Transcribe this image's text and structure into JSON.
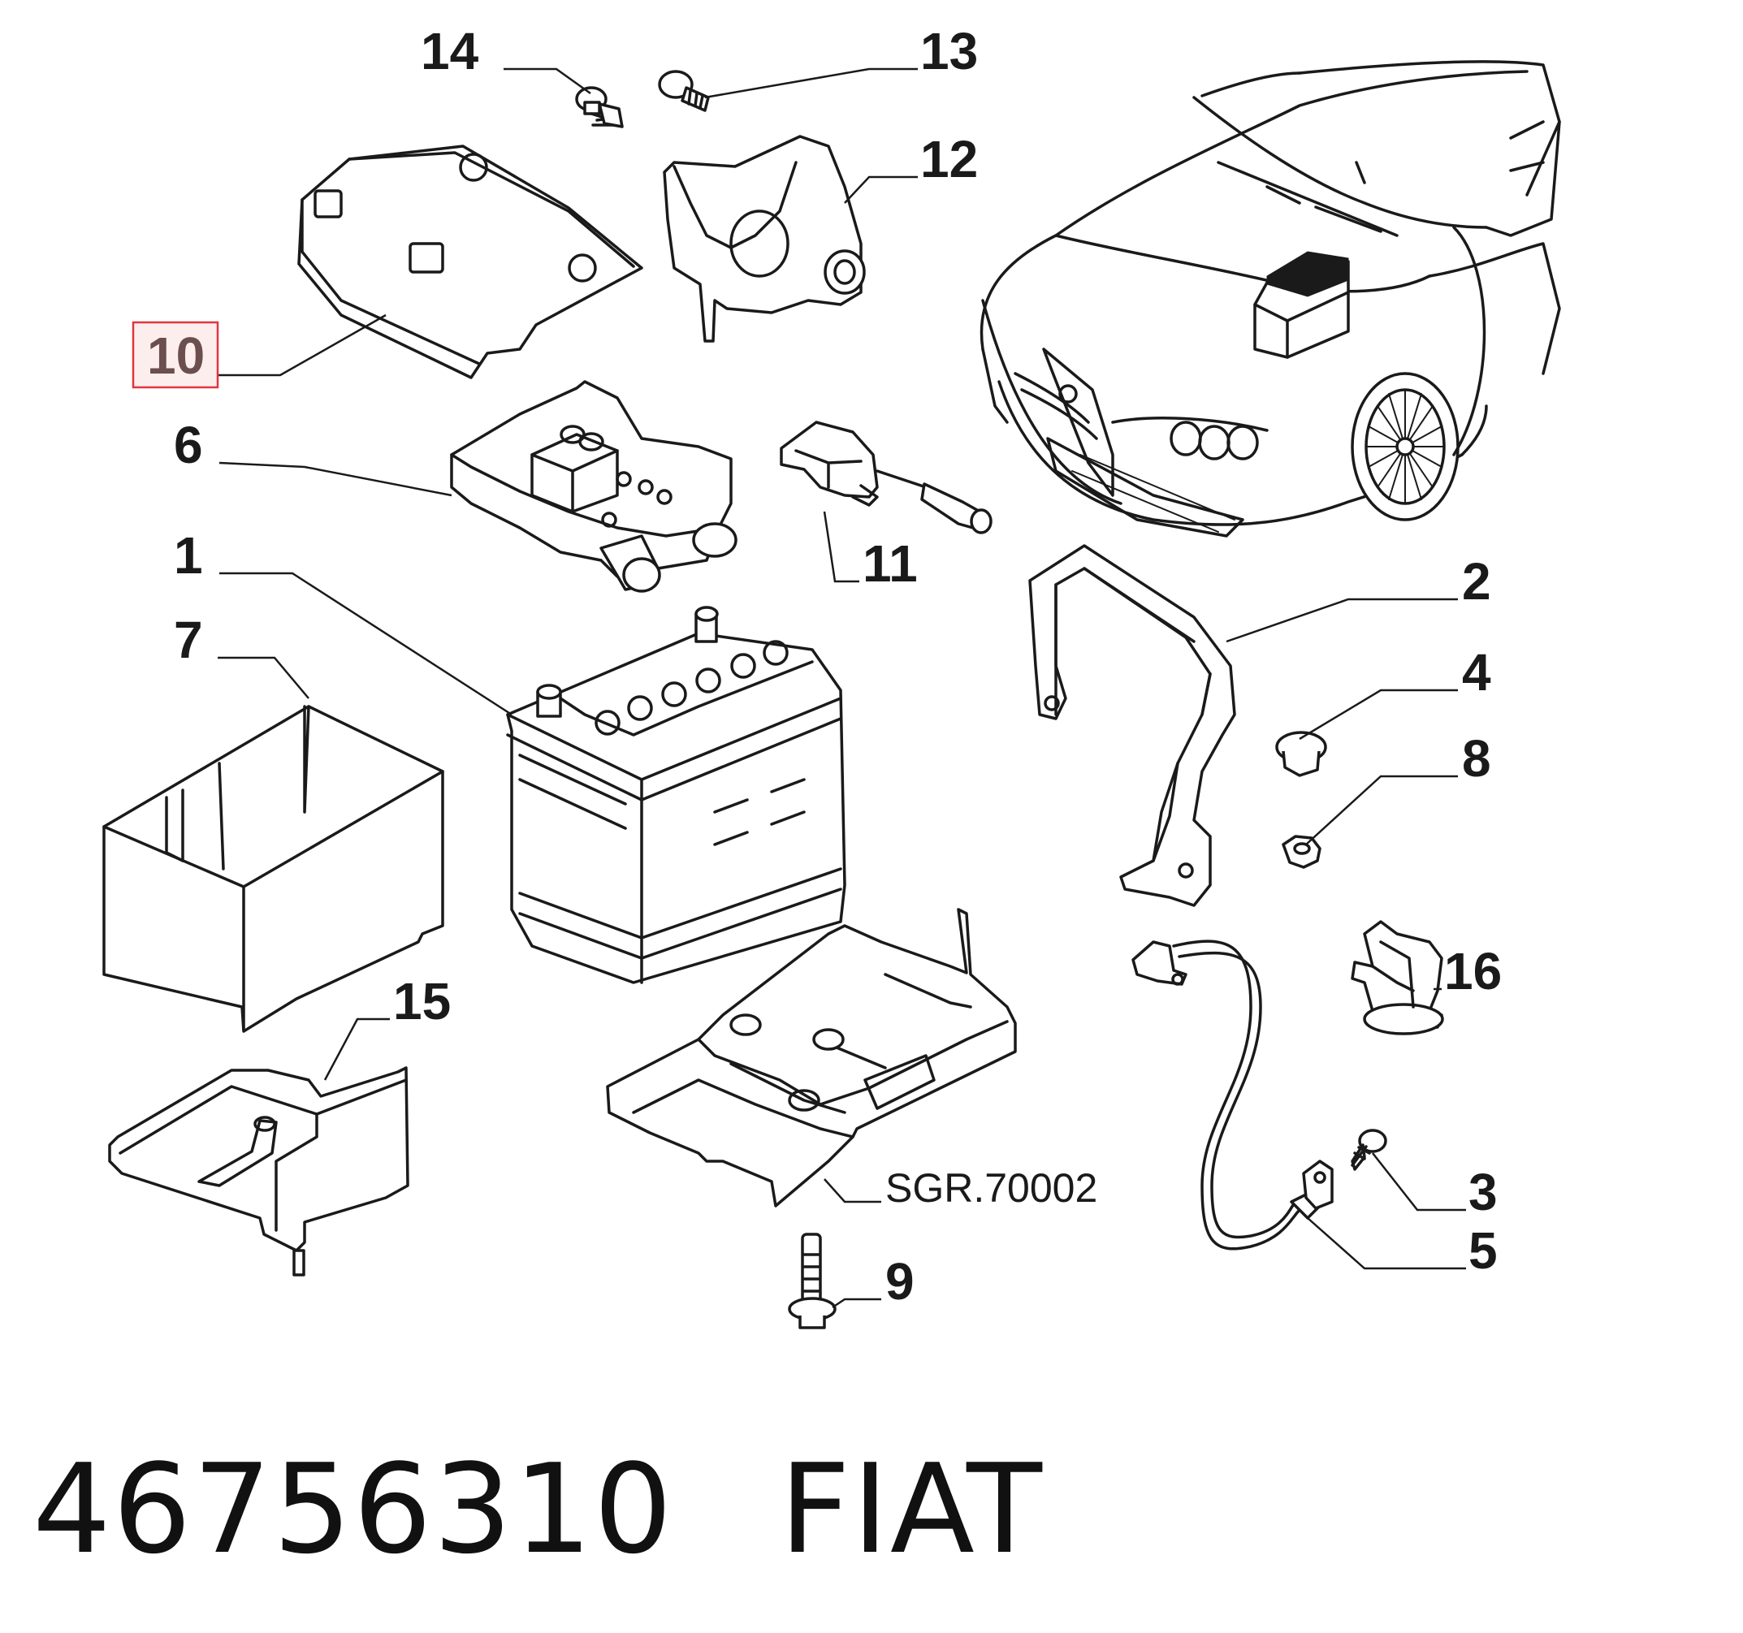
{
  "callouts": [
    {
      "id": "1",
      "label": "1"
    },
    {
      "id": "2",
      "label": "2"
    },
    {
      "id": "3",
      "label": "3"
    },
    {
      "id": "4",
      "label": "4"
    },
    {
      "id": "5",
      "label": "5"
    },
    {
      "id": "6",
      "label": "6"
    },
    {
      "id": "7",
      "label": "7"
    },
    {
      "id": "8",
      "label": "8"
    },
    {
      "id": "9",
      "label": "9"
    },
    {
      "id": "10",
      "label": "10",
      "highlighted": true
    },
    {
      "id": "11",
      "label": "11"
    },
    {
      "id": "12",
      "label": "12"
    },
    {
      "id": "13",
      "label": "13"
    },
    {
      "id": "14",
      "label": "14"
    },
    {
      "id": "15",
      "label": "15"
    },
    {
      "id": "16",
      "label": "16"
    }
  ],
  "reference_code": "SGR.70002",
  "footer": {
    "part_number": "46756310",
    "brand": "FIAT"
  },
  "colors": {
    "line": "#1a1a1a",
    "highlight_border": "#e0363f",
    "highlight_fill": "#fdeeee",
    "highlight_text": "#6b4e4e"
  }
}
